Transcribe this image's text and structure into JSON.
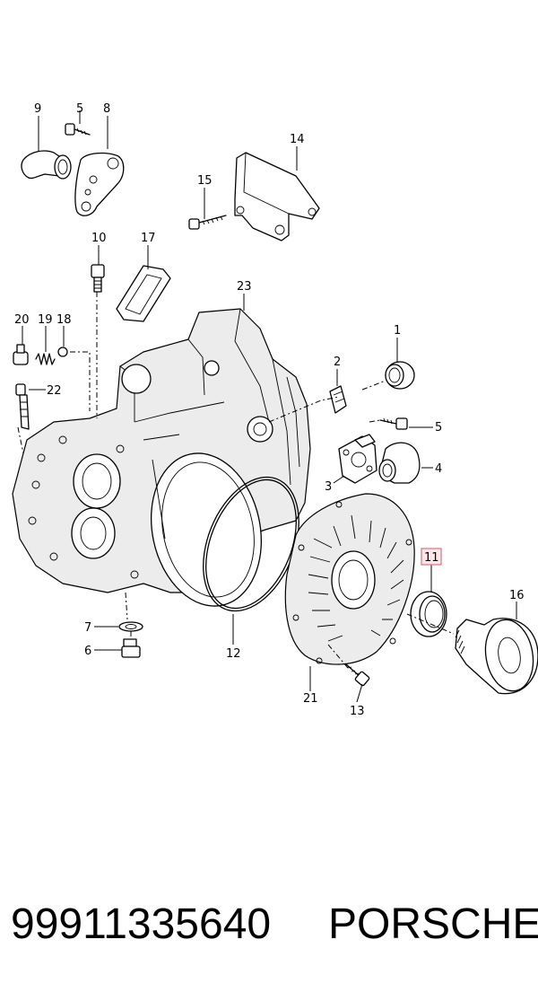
{
  "diagram": {
    "callouts": [
      "1",
      "2",
      "3",
      "4",
      "5",
      "5",
      "6",
      "7",
      "8",
      "9",
      "10",
      "11",
      "12",
      "13",
      "14",
      "15",
      "16",
      "17",
      "18",
      "19",
      "20",
      "21",
      "22",
      "23"
    ],
    "highlighted_callout": "11",
    "highlight_color": "#e0707a"
  },
  "footer": {
    "part_number": "99911335640",
    "brand": "PORSCHE"
  }
}
